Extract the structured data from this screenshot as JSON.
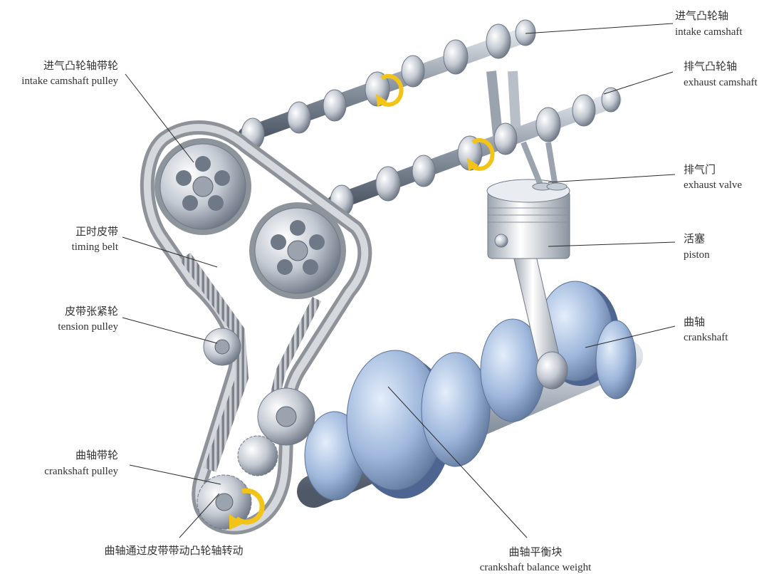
{
  "labels": {
    "intake_camshaft": {
      "zh": "进气凸轮轴",
      "en": "intake camshaft"
    },
    "exhaust_camshaft": {
      "zh": "排气凸轮轴",
      "en": "exhaust camshaft"
    },
    "exhaust_valve": {
      "zh": "排气门",
      "en": "exhaust valve"
    },
    "piston": {
      "zh": "活塞",
      "en": "piston"
    },
    "crankshaft": {
      "zh": "曲轴",
      "en": "crankshaft"
    },
    "balance_weight": {
      "zh": "曲轴平衡块",
      "en": "crankshaft balance weight"
    },
    "intake_pulley": {
      "zh": "进气凸轮轴带轮",
      "en": "intake camshaft pulley"
    },
    "timing_belt": {
      "zh": "正时皮带",
      "en": "timing belt"
    },
    "tension_pulley": {
      "zh": "皮带张紧轮",
      "en": "tension pulley"
    },
    "crank_pulley": {
      "zh": "曲轴带轮",
      "en": "crankshaft pulley"
    },
    "drive_note": {
      "zh": "曲轴通过皮带带动凸轮轴转动"
    }
  },
  "colors": {
    "metal_light": "#eef1f5",
    "metal_dark": "#6f7886",
    "crank_blue": "#9fb8dc",
    "crank_dark": "#5a7096",
    "belt": "#a9adb3",
    "arrow": "#f2c417",
    "leader": "#2b2b2b"
  }
}
